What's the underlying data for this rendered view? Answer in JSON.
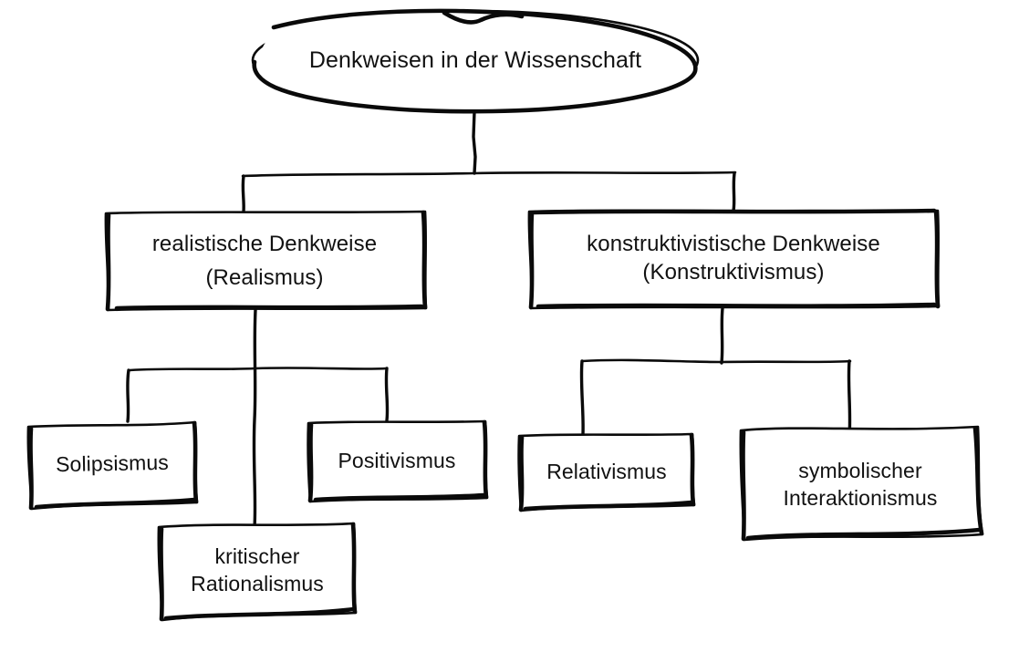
{
  "diagram": {
    "title": "Denkweisen in der Wissenschaft",
    "style": "hand-drawn sketch",
    "stroke_color": "#0a0a0a",
    "fill_color": "#ffffff",
    "background": "#ffffff",
    "root": {
      "shape": "ellipse",
      "label": "Denkweisen in der Wissenschaft"
    },
    "branches": [
      {
        "shape": "rectangle",
        "label_line1": "realistische Denkweise",
        "label_line2": "(Realismus)",
        "children": [
          {
            "shape": "rectangle",
            "label_line1": "Solipsismus"
          },
          {
            "shape": "rectangle",
            "label_line1": "kritischer",
            "label_line2": "Rationalismus"
          },
          {
            "shape": "rectangle",
            "label_line1": "Positivismus"
          }
        ]
      },
      {
        "shape": "rectangle",
        "label_line1": "konstruktivistische Denkweise",
        "label_line2": "(Konstruktivismus)",
        "children": [
          {
            "shape": "rectangle",
            "label_line1": "Relativismus"
          },
          {
            "shape": "rectangle",
            "label_line1": "symbolischer",
            "label_line2": "Interaktionismus"
          }
        ]
      }
    ]
  }
}
